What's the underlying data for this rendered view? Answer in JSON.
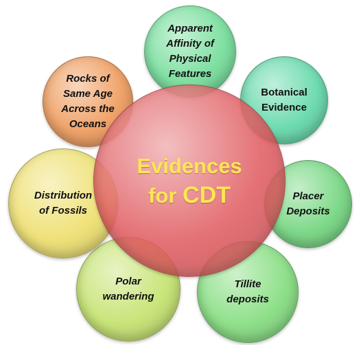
{
  "diagram": {
    "center": {
      "line1": "Evidences",
      "line2_prefix": "for ",
      "line2_emphasis": "CDT",
      "color": "#e05a5f"
    },
    "petals": [
      {
        "id": "apparent-affinity",
        "lines": [
          "Apparent",
          "Affinity of",
          "Physical",
          "Features"
        ],
        "italic": true,
        "color": "#7fe0a2"
      },
      {
        "id": "botanical-evidence",
        "lines": [
          "Botanical",
          "Evidence"
        ],
        "italic": false,
        "color": "#6fdbb0"
      },
      {
        "id": "placer-deposits",
        "lines": [
          "Placer",
          "Deposits"
        ],
        "italic": true,
        "color": "#7fd98a"
      },
      {
        "id": "tillite-deposits",
        "lines": [
          "Tillite",
          "deposits"
        ],
        "italic": true,
        "color": "#8fe08a"
      },
      {
        "id": "polar-wandering",
        "lines": [
          "Polar",
          "wandering"
        ],
        "italic": true,
        "color": "#c9e57a"
      },
      {
        "id": "distribution-of-fossils",
        "lines": [
          "Distribution",
          "of Fossils"
        ],
        "italic": true,
        "color": "#efe27a"
      },
      {
        "id": "rocks-same-age",
        "lines": [
          "Rocks of",
          "Same Age",
          "Across the",
          "Oceans"
        ],
        "italic": true,
        "color": "#f0a36a"
      }
    ]
  }
}
